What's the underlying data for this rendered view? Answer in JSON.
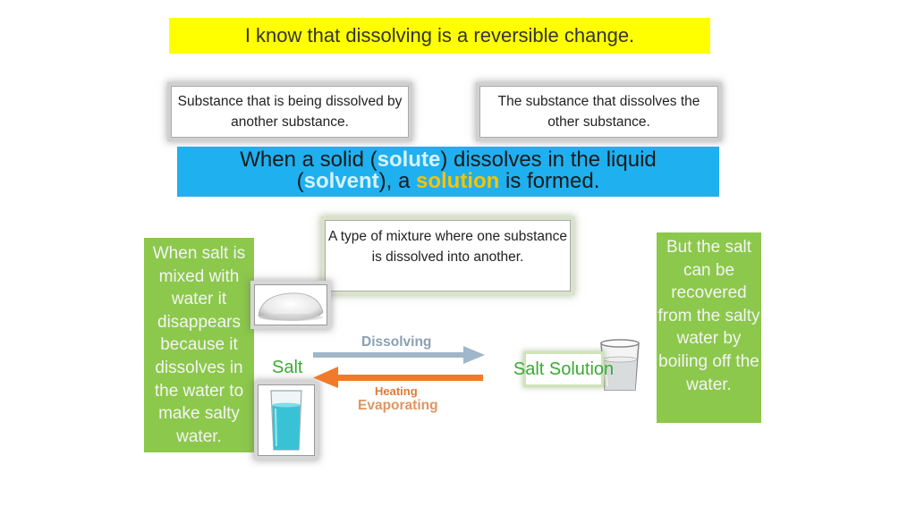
{
  "title": "I know that dissolving is a reversible change.",
  "definitions": {
    "solute": "Substance that is being dissolved by another substance.",
    "solvent": "The substance that dissolves the other substance.",
    "solution": "A type of mixture where one substance is dissolved into another."
  },
  "banner": {
    "part1": "When a solid (",
    "solute": "solute",
    "part2": ") dissolves in the liquid",
    "part3": "(",
    "solvent": "solvent",
    "part4": "), a ",
    "solution": "solution",
    "part5": " is formed."
  },
  "left_note": "When salt is mixed with water it disappears because it dissolves in the water to make salty water.",
  "right_note": "But the salt can be recovered from the salty water by boiling off the water.",
  "diagram": {
    "salt_label": "Salt",
    "solution_label": "Salt Solution",
    "dissolving_label": "Dissolving",
    "heating_label": "Heating",
    "evaporating_label": "Evaporating"
  },
  "colors": {
    "title_bg": "#ffff00",
    "banner_bg": "#1fb0f0",
    "note_bg": "#8cc84b",
    "label_green": "#3aaa35",
    "arrow_blue": "#9fb7c8",
    "arrow_orange": "#f07a2a"
  },
  "icons": [
    "salt-pile-icon",
    "blue-water-glass-icon",
    "clear-water-glass-icon"
  ]
}
